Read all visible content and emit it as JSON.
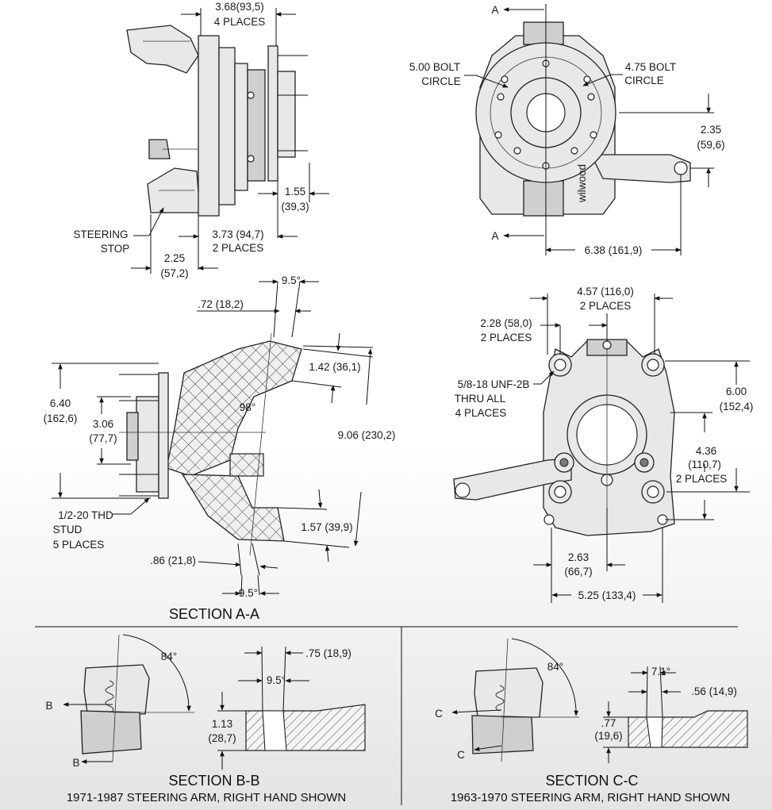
{
  "dimensions": {
    "d_368": [
      "3.68(93,5)",
      "4 PLACES"
    ],
    "d_155": [
      "1.55",
      "(39,3)"
    ],
    "d_373": [
      "3.73 (94,7)",
      "2 PLACES"
    ],
    "d_225": [
      "2.25",
      "(57,2)"
    ],
    "steering_stop": [
      "STEERING",
      "STOP"
    ],
    "bolt500": [
      "5.00 BOLT",
      "CIRCLE"
    ],
    "bolt475": [
      "4.75 BOLT",
      "CIRCLE"
    ],
    "d_235": [
      "2.35",
      "(59,6)"
    ],
    "d_638": "6.38 (161,9)",
    "section_marker": "A",
    "d_95_top": "9.5°",
    "d_72": ".72 (18,2)",
    "d_142": "1.42 (36,1)",
    "d_640": [
      "6.40",
      "(162,6)"
    ],
    "d_306": [
      "3.06",
      "(77,7)"
    ],
    "d_98": "98°",
    "d_906": "9.06 (230,2)",
    "stud": [
      "1/2-20 THD",
      "STUD",
      "5 PLACES"
    ],
    "d_157": "1.57 (39,9)",
    "d_86": ".86 (21,8)",
    "d_95_bot": "9.5°",
    "d_457": [
      "4.57 (116,0)",
      "2 PLACES"
    ],
    "d_228": [
      "2.28 (58,0)",
      "2 PLACES"
    ],
    "thread": [
      "5/8-18 UNF-2B",
      "THRU ALL",
      "4 PLACES"
    ],
    "d_600": [
      "6.00",
      "(152,4)"
    ],
    "d_436": [
      "4.36",
      "(110,7)",
      "2 PLACES"
    ],
    "d_263": [
      "2.63",
      "(66,7)"
    ],
    "d_525": "5.25 (133,4)"
  },
  "sections": {
    "aa_title": "SECTION A-A",
    "bb_title": "SECTION B-B",
    "bb_sub": "1971-1987 STEERING ARM, RIGHT HAND SHOWN",
    "bb_marker": "B",
    "bb_84": "84°",
    "bb_75": ".75 (18,9)",
    "bb_95": "9.5°",
    "bb_113": [
      "1.13",
      "(28,7)"
    ],
    "cc_title": "SECTION C-C",
    "cc_sub": "1963-1970 STEERING ARM, RIGHT HAND SHOWN",
    "cc_marker": "C",
    "cc_84": "84°",
    "cc_71": "7.1°",
    "cc_56": ".56 (14,9)",
    "cc_77": [
      ".77",
      "(19,6)"
    ]
  },
  "brand_text": "wilwood",
  "colors": {
    "line": "#111111",
    "background_bottom": "#e6e6e6"
  }
}
